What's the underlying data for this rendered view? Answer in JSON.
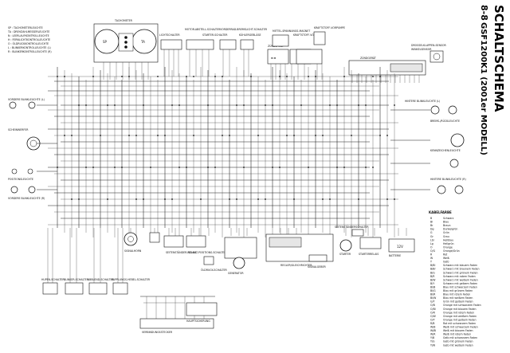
{
  "page": {
    "number": "8-8",
    "model": "GSF1200K1 (2001er MODELL)",
    "title": "SCHALTSCHEMA"
  },
  "tacho": {
    "heading": "TACHOMETER",
    "gauge_labels": [
      "SP",
      "TA"
    ],
    "legend": [
      "SP : TACHOMETERLEUCHTE",
      "TA : DREHZAHLMESSERLEUCHTE",
      "N : LEERLAUFKONTROLLEUCHTE",
      "H : FERNLICHTKONTROLLEUCHTE",
      "O : ÖLDRUCKKONTROLLEUCHTE",
      "L : BLINKERKONTROLLEUCHTE (L)",
      "R : BLINKERKONTROLLEUCHTE (R)"
    ]
  },
  "top_labels": [
    "LICHTSCHALTER",
    "MOTOR-ABSTELL-SCHALTER",
    "STARTER-SCHALTER",
    "VORDERRAD-BREMSLICHT-SCHALTER",
    "KÜHLERGEBLÄSE",
    "ZÜNDSPULE",
    "MITTEL-SPANNUNGS-MAGNET",
    "KRAFTSTOFF-VORPUMPE",
    "ZÜNDGERÄT",
    "DROSSELKLAPPEN-SENSOR",
    "WINKELSENSOR"
  ],
  "left_labels": [
    "VORDERE BLINKLEUCHTE (L)",
    "SCHEINWERFER",
    "POSITIONSLEUCHTE",
    "VORDERE BLINKLEUCHTE (R)"
  ],
  "right_labels": [
    "HINTERE BLINKLEUCHTE (L)",
    "BREMS-/RÜCKLEUCHTE",
    "KENNZEICHENLEUCHTE",
    "HINTERE BLINKLEUCHTE (R)"
  ],
  "bottom_labels": [
    "HUPEN-SCHALTER",
    "BLINKER-SCHALTER",
    "ABBLEND-SCHALTER",
    "KUPPLUNGS-HEBEL-SCHALTER",
    "SIGNALHORN",
    "SEITENSTÄNDER-RELAIS",
    "SCHALT-POSITIONS-SCHALTER",
    "ÖLDRUCK-SCHALTER",
    "GENERATOR",
    "REGLER/GLEICHRICHTER",
    "STARTER",
    "STARTERRELAIS",
    "BATTERIE",
    "VERBINDUNGSSTECKER",
    "HAUPTSICHERUNG",
    "SIGNALGEBER",
    "SEITENSTÄNDERSCHALTER"
  ],
  "battery_label": "12V",
  "cable_colors_title": "KABELFARBE",
  "cable_colors": [
    [
      "B",
      "Schwarz"
    ],
    [
      "Bl",
      "Blau"
    ],
    [
      "Br",
      "Braun"
    ],
    [
      "Dg",
      "Dunkelgrün"
    ],
    [
      "G",
      "Grün"
    ],
    [
      "Gr",
      "Grau"
    ],
    [
      "Lbl",
      "Hellblau"
    ],
    [
      "Lg",
      "Hellgrün"
    ],
    [
      "O",
      "Orange"
    ],
    [
      "O/G",
      "Orange/Grün"
    ],
    [
      "R",
      "Rot"
    ],
    [
      "W",
      "Weiß"
    ],
    [
      "Y",
      "Gelb"
    ],
    [
      "B/Bl",
      "Schwarz mit blauem Faden"
    ],
    [
      "B/Br",
      "Schwarz mit braunem Faden"
    ],
    [
      "B/G",
      "Schwarz mit grünem Faden"
    ],
    [
      "B/R",
      "Schwarz mit rotem Faden"
    ],
    [
      "B/W",
      "Schwarz mit weißem Faden"
    ],
    [
      "B/Y",
      "Schwarz mit gelbem Faden"
    ],
    [
      "Bl/B",
      "Blau mit schwarzem Faden"
    ],
    [
      "Bl/G",
      "Blau mit grünem Faden"
    ],
    [
      "Bl/R",
      "Blau mit rotem Faden"
    ],
    [
      "Bl/W",
      "Blau mit weißem Faden"
    ],
    [
      "G/Y",
      "Grün mit gelbem Faden"
    ],
    [
      "O/B",
      "Orange mit schwarzem Faden"
    ],
    [
      "O/Bl",
      "Orange mit blauem Faden"
    ],
    [
      "O/R",
      "Orange mit rotem Faden"
    ],
    [
      "O/W",
      "Orange mit weißem Faden"
    ],
    [
      "O/Y",
      "Orange mit gelbem Faden"
    ],
    [
      "R/B",
      "Rot mit schwarzem Faden"
    ],
    [
      "W/B",
      "Weiß mit schwarzem Faden"
    ],
    [
      "W/Bl",
      "Weiß mit blauem Faden"
    ],
    [
      "W/R",
      "Weiß mit rotem Faden"
    ],
    [
      "Y/B",
      "Gelb mit schwarzem Faden"
    ],
    [
      "Y/G",
      "Gelb mit grünem Faden"
    ],
    [
      "Y/W",
      "Gelb mit weißem Faden"
    ]
  ]
}
